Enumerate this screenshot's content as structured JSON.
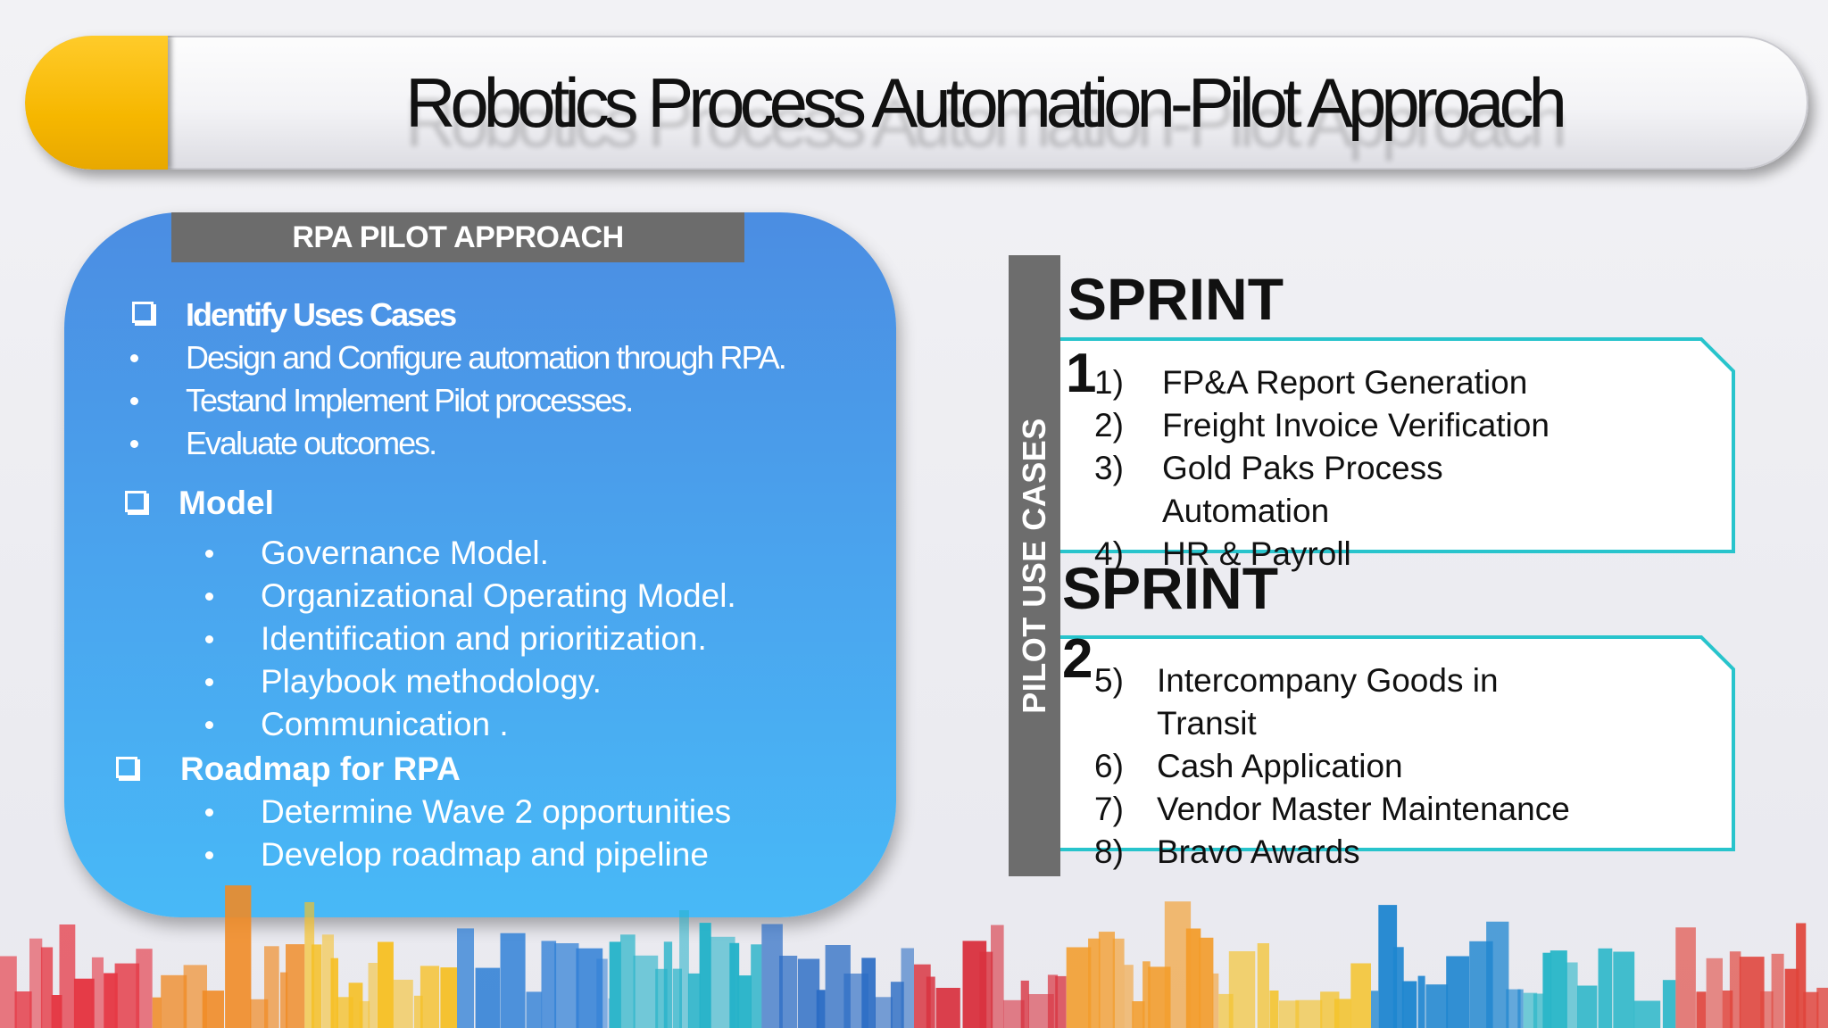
{
  "slide": {
    "title": "Robotics Process Automation-Pilot Approach"
  },
  "left_panel": {
    "header": "RPA PILOT APPROACH",
    "sections": [
      {
        "heading": "Identify Uses Cases",
        "items": [
          "Design and Configure automation through RPA.",
          "Testand Implement Pilot processes.",
          "Evaluate outcomes."
        ]
      },
      {
        "heading": "Model",
        "items": [
          "Governance Model.",
          "Organizational Operating Model.",
          "Identification and prioritization.",
          "Playbook methodology.",
          "Communication ."
        ]
      },
      {
        "heading": "Roadmap for RPA",
        "items": [
          "Determine Wave 2 opportunities",
          "Develop roadmap and pipeline"
        ]
      }
    ]
  },
  "right_panel": {
    "vertical_label": "PILOT USE CASES",
    "sprints": [
      {
        "title": "SPRINT",
        "number": "1",
        "items": [
          {
            "num": "1)",
            "text": "FP&A Report Generation"
          },
          {
            "num": "2)",
            "text": "Freight Invoice Verification"
          },
          {
            "num": "3)",
            "text": "Gold Paks Process"
          },
          {
            "num": "",
            "text": "Automation"
          },
          {
            "num": "4)",
            "text": "HR & Payroll"
          }
        ]
      },
      {
        "title": "SPRINT",
        "number": "2",
        "items": [
          {
            "num": "5)",
            "text": "Intercompany Goods in"
          },
          {
            "num": "",
            "text": "Transit"
          },
          {
            "num": "6)",
            "text": "Cash Application"
          },
          {
            "num": "7)",
            "text": "Vendor Master Maintenance"
          },
          {
            "num": "8)",
            "text": "Bravo Awards"
          }
        ]
      }
    ]
  },
  "colors": {
    "accent_yellow": "#f6b700",
    "panel_blue_top": "#4b8de2",
    "panel_blue_bottom": "#48b9f7",
    "header_gray": "#6c6c6c",
    "sprint_border": "#28c4cc"
  }
}
